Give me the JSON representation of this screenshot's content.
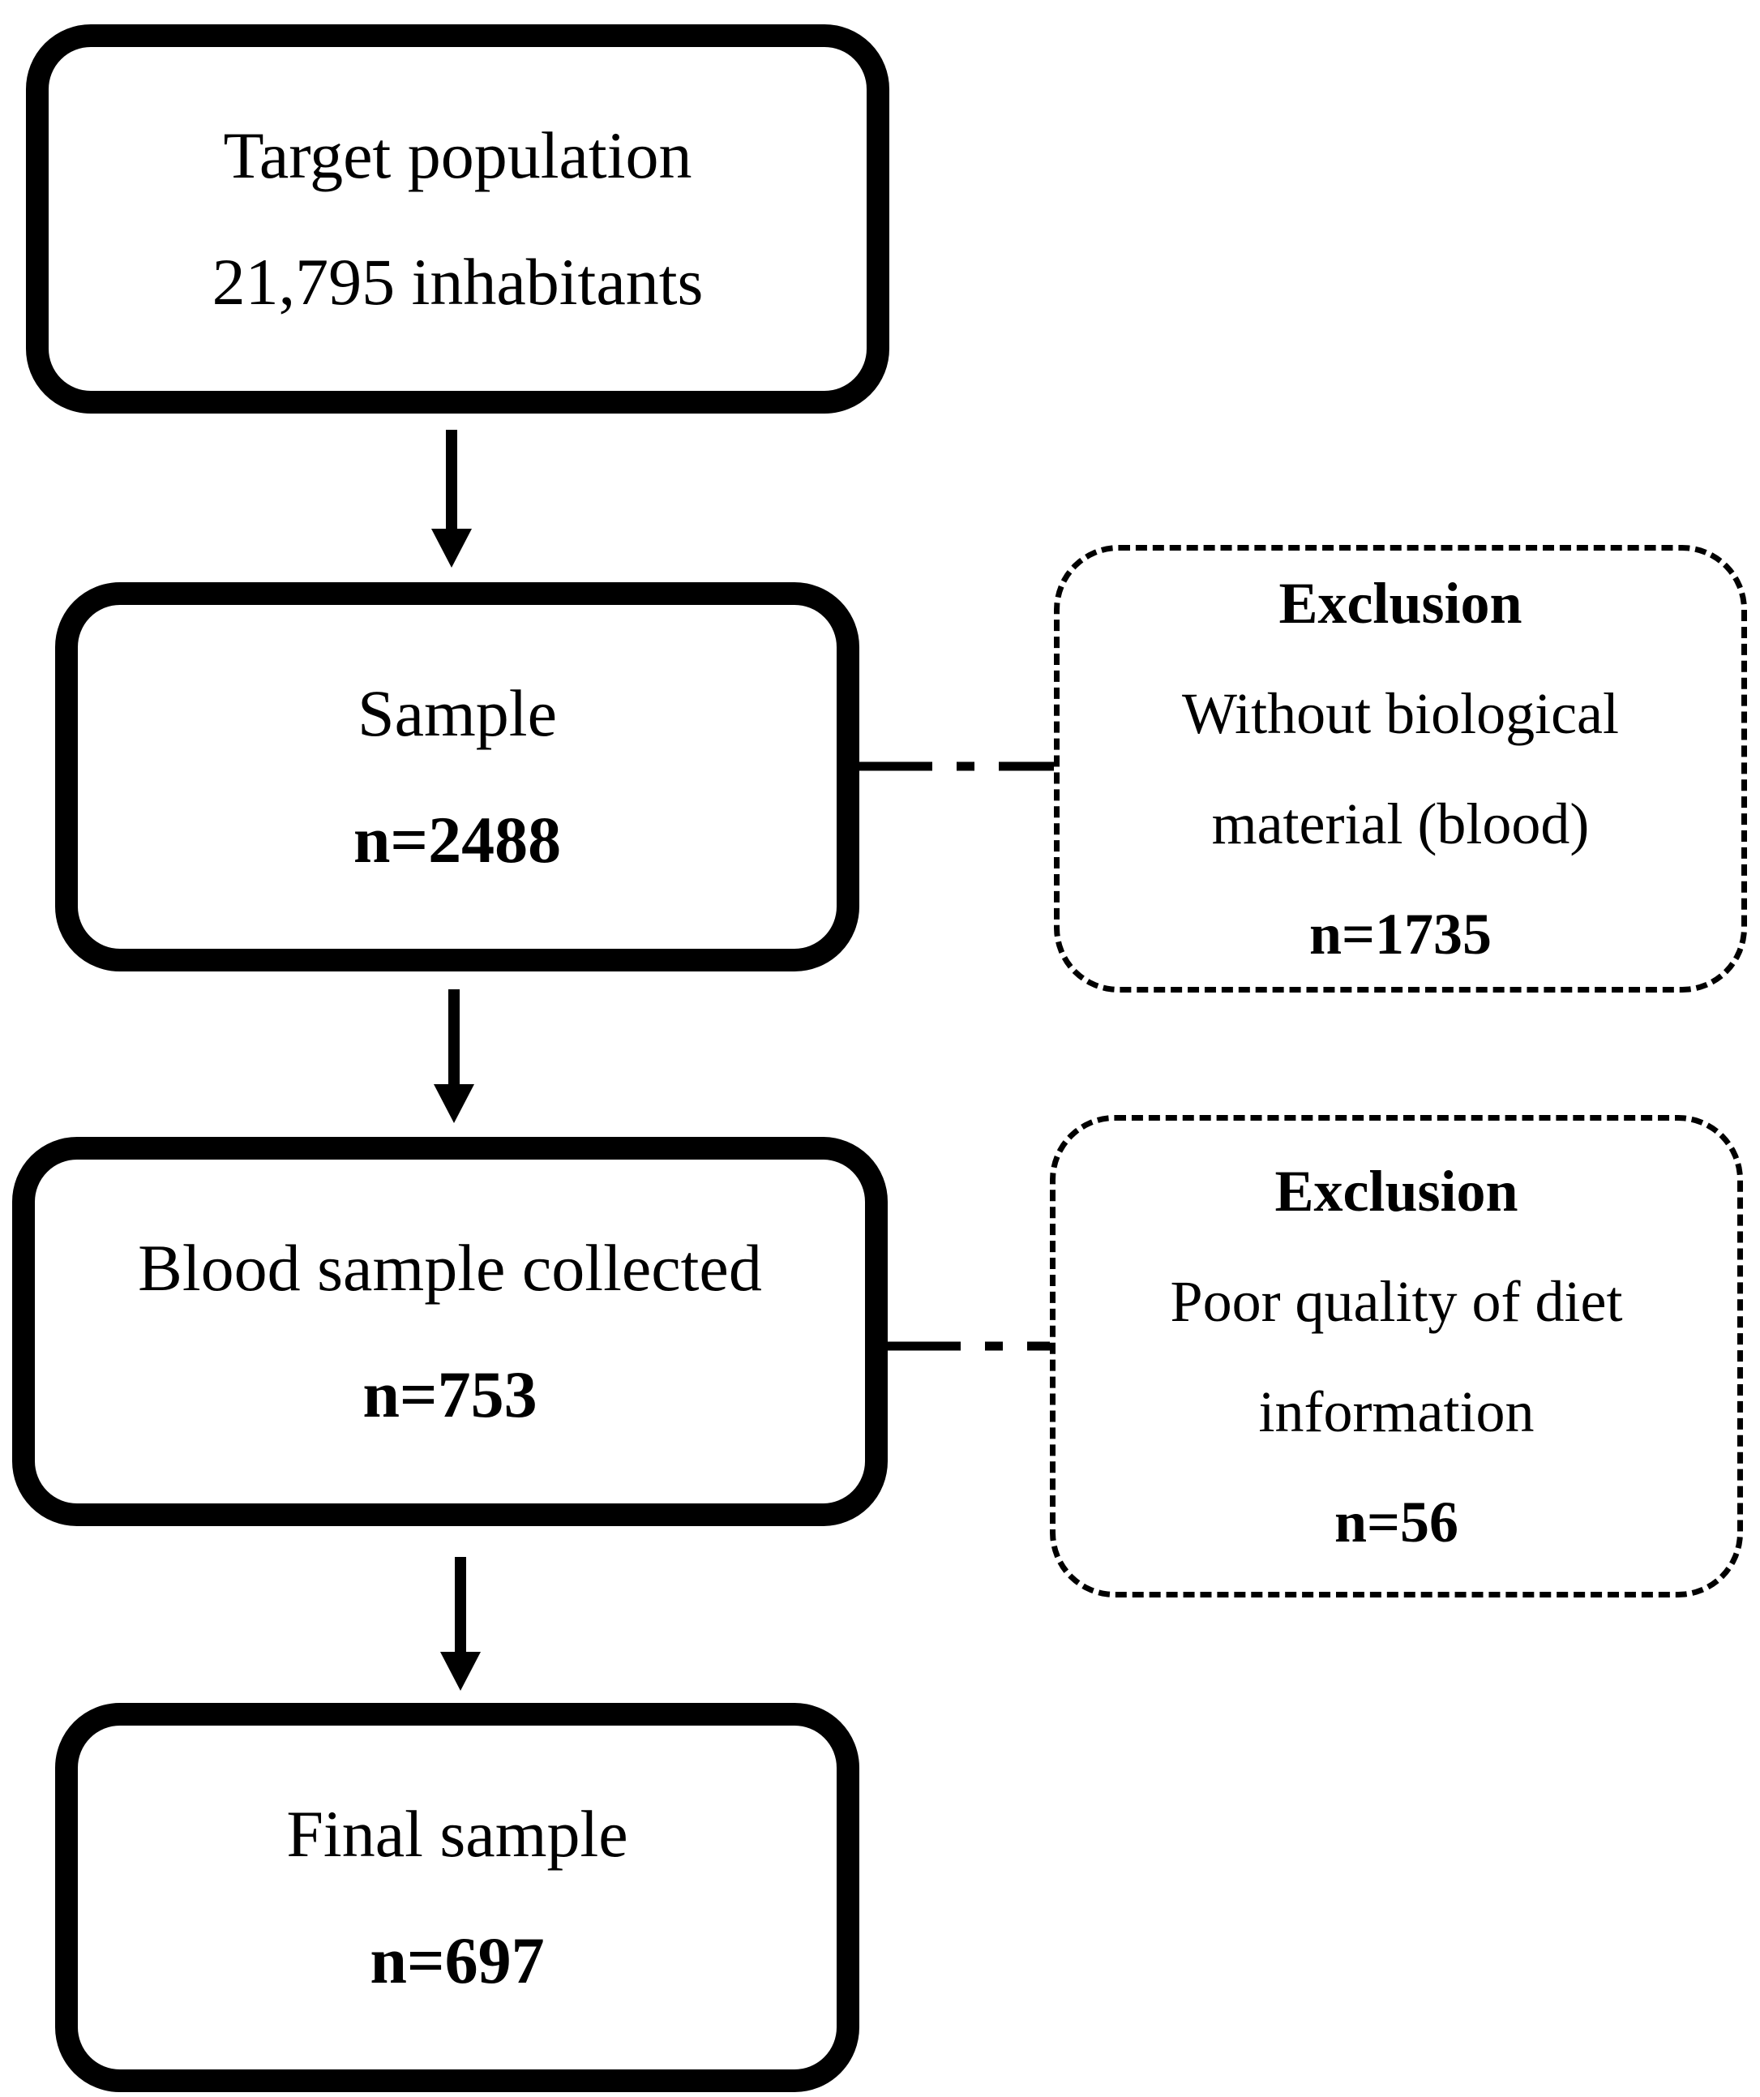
{
  "flow": {
    "target": {
      "label": "Target population",
      "count": "21,795 inhabitants"
    },
    "sample": {
      "label": "Sample",
      "count": "n=2488"
    },
    "blood": {
      "label": "Blood sample collected",
      "count": "n=753"
    },
    "final": {
      "label": "Final sample",
      "count": "n=697"
    }
  },
  "exclusions": [
    {
      "heading": "Exclusion",
      "reason_lines": [
        "Without biological",
        "material (blood)"
      ],
      "count": "n=1735"
    },
    {
      "heading": "Exclusion",
      "reason_lines": [
        "Poor quality of diet",
        "information"
      ],
      "count": "n=56"
    }
  ],
  "colors": {
    "ink": "#000000",
    "background": "#ffffff"
  }
}
